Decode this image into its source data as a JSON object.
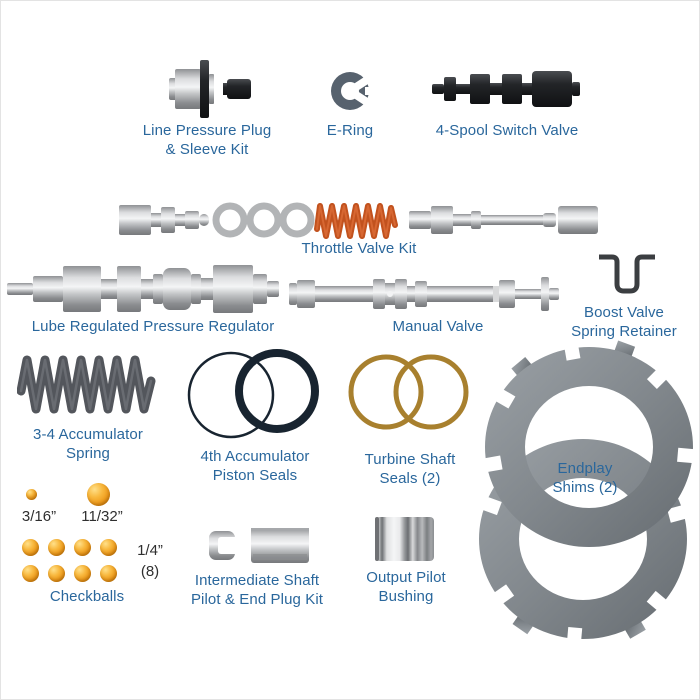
{
  "page": {
    "background": "#ffffff"
  },
  "colors": {
    "label_blue": "#2a679c",
    "size_text": "#2f2f2f",
    "orange_spring": "#c2521e",
    "gold_ball": "#f0a62a",
    "brass_seal": "#a8802e",
    "dark_seal": "#182430",
    "shim_gray": "#80868b",
    "metal_silver": "#c2c4c6",
    "black_part": "#1a1b1d",
    "ering_gray": "#57626e",
    "gray_spring": "#53565c"
  },
  "parts": {
    "line_pressure_plug": {
      "label_line1": "Line Pressure Plug",
      "label_line2": "& Sleeve Kit"
    },
    "e_ring": {
      "label": "E-Ring"
    },
    "four_spool_switch_valve": {
      "label": "4-Spool Switch Valve"
    },
    "throttle_valve_kit": {
      "label": "Throttle Valve Kit"
    },
    "lube_regulated_pressure_regulator": {
      "label": "Lube Regulated Pressure Regulator"
    },
    "manual_valve": {
      "label": "Manual Valve"
    },
    "boost_valve_spring_retainer": {
      "label_line1": "Boost Valve",
      "label_line2": "Spring Retainer"
    },
    "accumulator_spring": {
      "label_line1": "3-4 Accumulator",
      "label_line2": "Spring"
    },
    "fourth_accumulator_piston_seals": {
      "label_line1": "4th Accumulator",
      "label_line2": "Piston Seals"
    },
    "turbine_shaft_seals": {
      "label_line1": "Turbine Shaft",
      "label_line2": "Seals (2)"
    },
    "endplay_shims": {
      "label_line1": "Endplay",
      "label_line2": "Shims (2)"
    },
    "checkballs": {
      "size_small": "3/16”",
      "size_large": "11/32”",
      "size_grid": "1/4”",
      "grid_count": "(8)",
      "label": "Checkballs"
    },
    "intermediate_shaft_pilot": {
      "label_line1": "Intermediate Shaft",
      "label_line2": "Pilot & End Plug Kit"
    },
    "output_pilot_bushing": {
      "label_line1": "Output Pilot",
      "label_line2": "Bushing"
    }
  }
}
